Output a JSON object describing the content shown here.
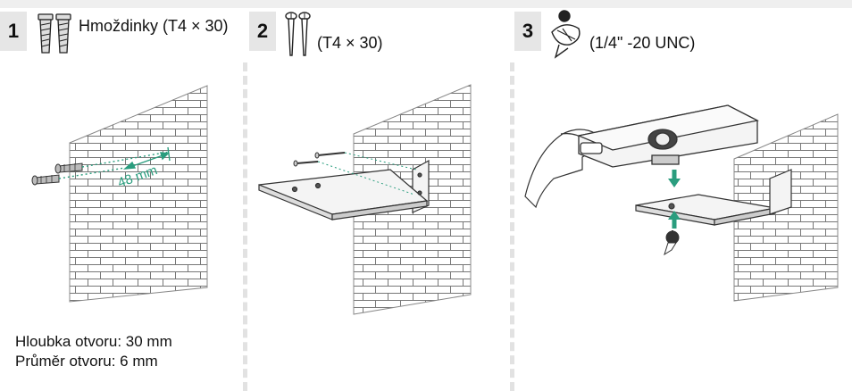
{
  "steps": [
    {
      "number": "1",
      "caption": "Hmoždinky (T4 × 30)"
    },
    {
      "number": "2",
      "caption": "(T4 × 30)"
    },
    {
      "number": "3",
      "caption": "(1/4\" -20 UNC)"
    }
  ],
  "measurement_label": "48 mm",
  "notes": {
    "depth": "Hloubka otvoru: 30 mm",
    "diameter": "Průměr otvoru: 6 mm"
  },
  "colors": {
    "accent": "#2a9d7e",
    "panel": "#e6e6e6",
    "line": "#333333"
  },
  "icons": [
    "wall-anchor-icon",
    "screw-icon",
    "mount-screw-icon",
    "arrow-down-icon",
    "arrow-up-icon"
  ]
}
